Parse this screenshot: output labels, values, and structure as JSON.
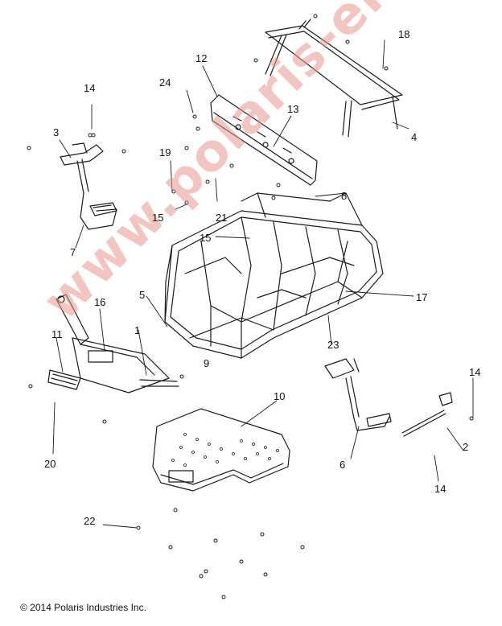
{
  "callouts": {
    "c1": "1",
    "c2": "2",
    "c3": "3",
    "c4": "4",
    "c5": "5",
    "c6": "6",
    "c7": "7",
    "c8": "8",
    "c9": "9",
    "c10": "10",
    "c11": "11",
    "c12": "12",
    "c13": "13",
    "c14a": "14",
    "c14b": "14",
    "c14c": "14",
    "c15a": "15",
    "c15b": "15",
    "c16": "16",
    "c17": "17",
    "c18": "18",
    "c19": "19",
    "c20": "20",
    "c21": "21",
    "c22": "22",
    "c23": "23",
    "c24": "24"
  },
  "watermark": "www.polaris-ersatzteile.de",
  "copyright": "© 2014 Polaris Industries Inc.",
  "colors": {
    "line": "#1a1a1a",
    "watermark": "#e8968c"
  }
}
